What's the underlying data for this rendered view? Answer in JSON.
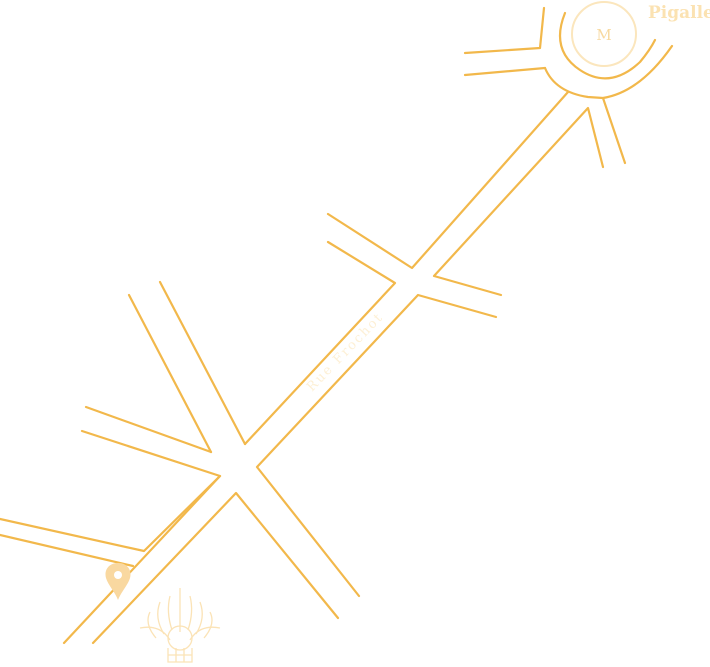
{
  "station": {
    "symbol": "M",
    "name": "Pigalle"
  },
  "street": {
    "name": "Rue Frochot"
  },
  "colors": {
    "road": "#f2b84b",
    "metro_ring": "#fbe6bd",
    "station_label": "#fbe2b2",
    "pin": "#f9d8a0",
    "logo": "#fbe3b6",
    "background": "#ffffff"
  },
  "icons": {
    "metro": "metro-icon",
    "pin": "location-pin-icon",
    "logo": "flame-crest-logo-icon"
  }
}
